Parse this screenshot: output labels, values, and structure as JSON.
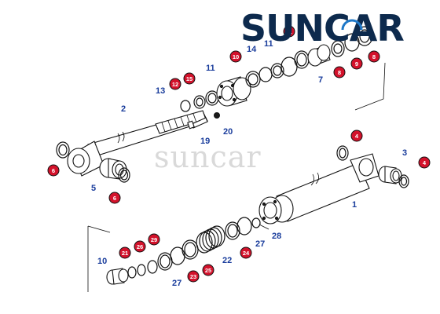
{
  "brand": {
    "logo_text": "SUNCAR",
    "watermark": "suncar",
    "logo_color": "#0d2a4d",
    "accent_color": "#1e78c8"
  },
  "colors": {
    "number_blue": "#1a3d9c",
    "seal_red": "#d3122b"
  },
  "callouts": {
    "n1": "1",
    "n2": "2",
    "n3": "3",
    "n5": "5",
    "n7": "7",
    "n10": "10",
    "n11": "11",
    "n13": "13",
    "n14": "14",
    "n19": "19",
    "n20": "20",
    "n22": "22",
    "n27a": "27",
    "n27b": "27",
    "n28": "28",
    "n11top": "11"
  },
  "seal_callouts": {
    "r4a": "4",
    "r4b": "4",
    "r6a": "6",
    "r6b": "6",
    "r8a": "8",
    "r8b": "8",
    "r9": "9",
    "r10": "10",
    "r12": "12",
    "r15": "15",
    "r11": "11",
    "r21": "21",
    "r23": "23",
    "r24": "24",
    "r25": "25",
    "r26": "26",
    "r29": "29"
  }
}
